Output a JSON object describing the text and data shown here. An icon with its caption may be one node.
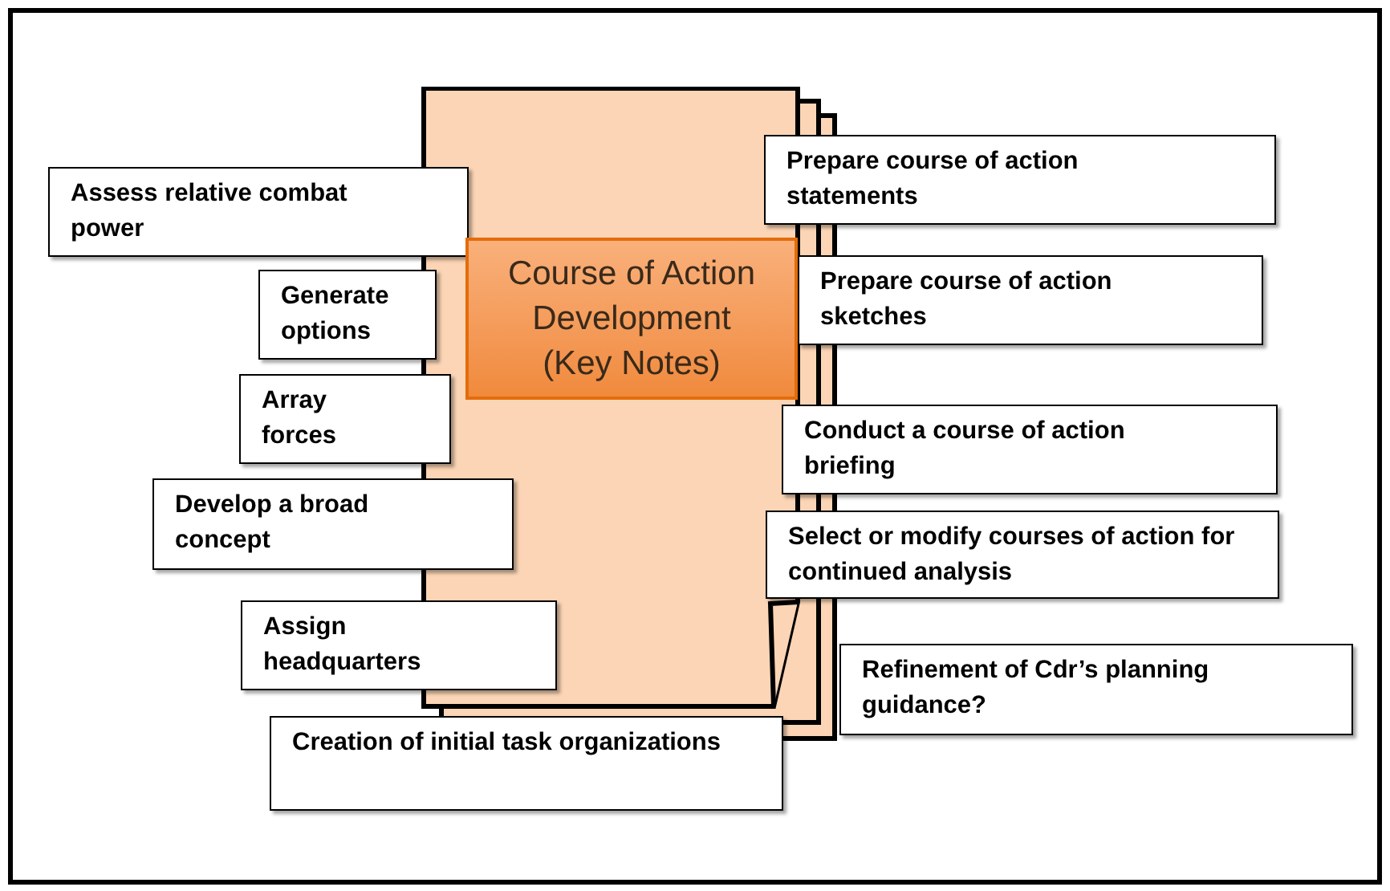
{
  "diagram": {
    "nodes": [
      {
        "text": [
          "Assess relative combat power"
        ]
      },
      {
        "text": [
          "Generate options"
        ]
      },
      {
        "text": [
          "Array forces"
        ]
      },
      {
        "text": [
          "Develop a broad concept"
        ]
      },
      {
        "text": [
          "Assign headquarters"
        ]
      },
      {
        "text": [
          "Creation of initial task organizations"
        ]
      },
      {
        "text": [
          "Course of Action Development (Key Notes)"
        ]
      },
      {
        "text": [
          "Prepare course of action statements"
        ]
      },
      {
        "text": [
          "Prepare course of action sketches"
        ]
      },
      {
        "text": [
          "Conduct a course of action briefing"
        ]
      },
      {
        "text": [
          "Select or modify courses of action for continued analysis"
        ]
      },
      {
        "text": [
          "Refinement of Cdr’s planning guidance?"
        ]
      }
    ]
  }
}
